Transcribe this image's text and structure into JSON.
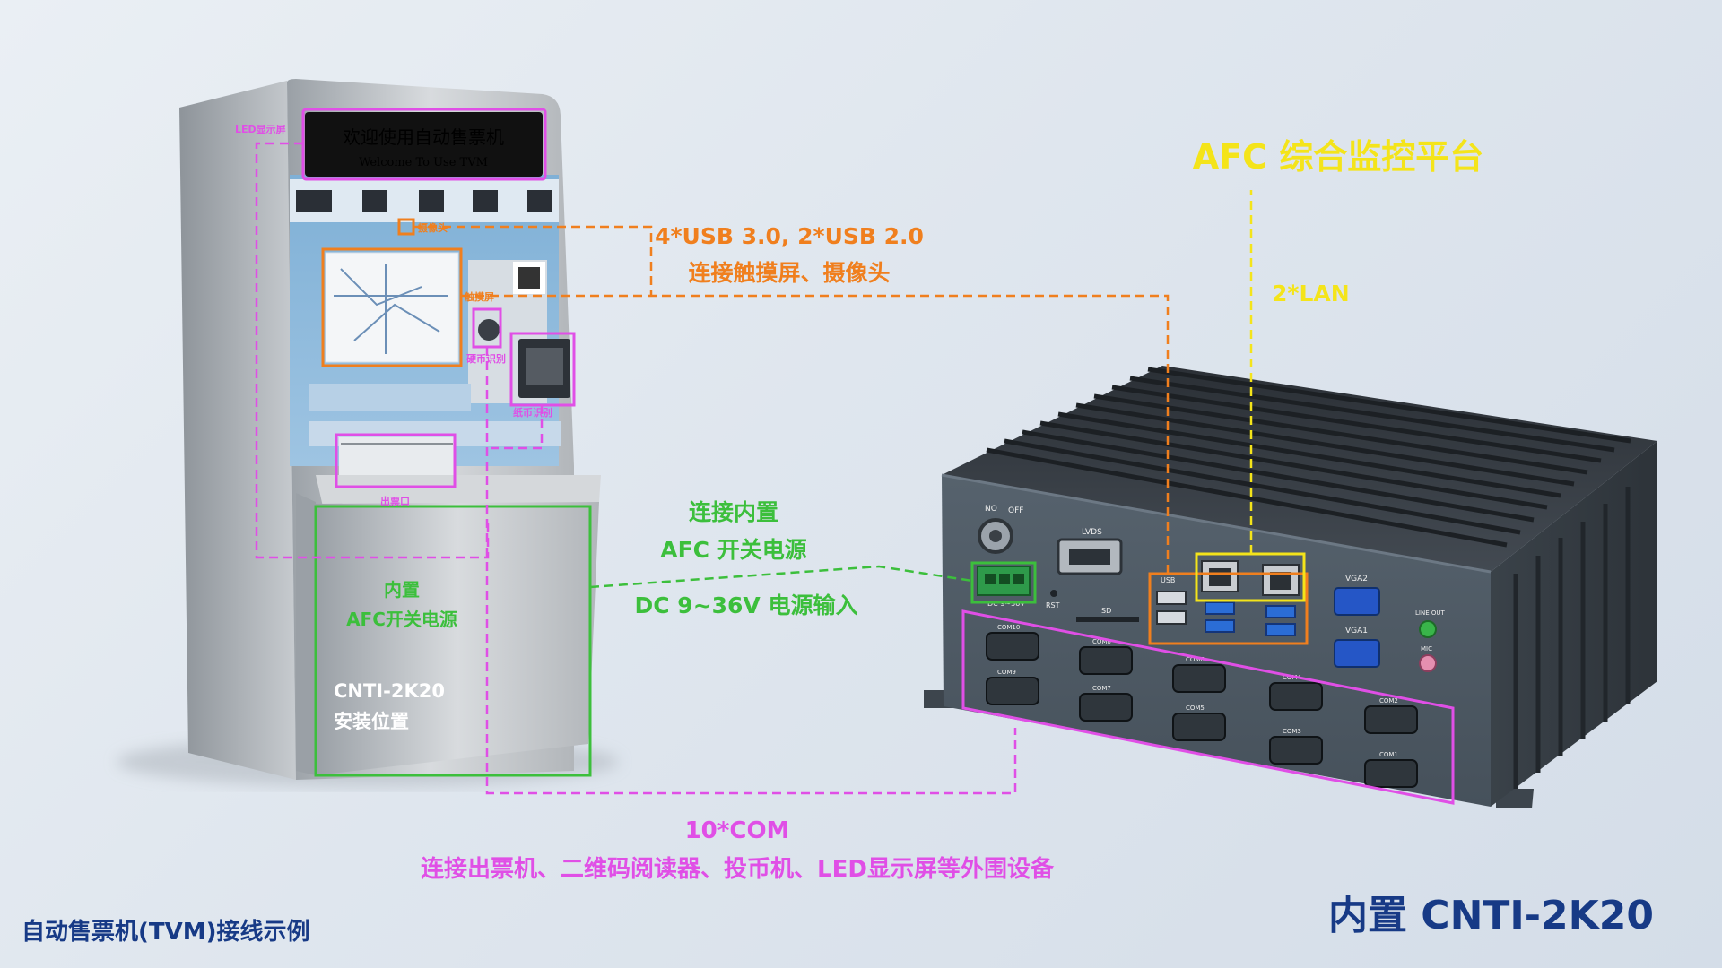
{
  "colors": {
    "orange": "#f07f1e",
    "yellow": "#f4e41a",
    "green": "#3cbf3c",
    "magenta": "#e04fe6",
    "navy": "#173a86",
    "kiosk_steel": "#c4c8cc",
    "box_dark": "#4b5660"
  },
  "kiosk": {
    "led_screen_line1": "欢迎使用自动售票机",
    "led_screen_line2": "Welcome To Use TVM",
    "tags": {
      "led": "LED显示屏",
      "camera": "摄像头",
      "touch": "触摸屏",
      "coin": "硬币识别",
      "note": "纸币识别",
      "ticket_exit": "出票口"
    },
    "psu_label_line1": "内置",
    "psu_label_line2": "AFC开关电源",
    "install_line1": "CNTI-2K20",
    "install_line2": "安装位置"
  },
  "callouts": {
    "usb_line1": "4*USB 3.0, 2*USB 2.0",
    "usb_line2": "连接触摸屏、摄像头",
    "afc_platform": "AFC 综合监控平台",
    "lan": "2*LAN",
    "psu_line1": "连接内置",
    "psu_line2": "AFC 开关电源",
    "dc_input": "DC 9~36V 电源输入",
    "com_line1": "10*COM",
    "com_line2": "连接出票机、二维码阅读器、投币机、LED显示屏等外围设备"
  },
  "device": {
    "switch_no": "NO",
    "switch_off": "OFF",
    "lvds": "LVDS",
    "usb": "USB",
    "rst": "RST",
    "sd": "SD",
    "dc": "DC 9~36V",
    "vga2": "VGA2",
    "vga1": "VGA1",
    "line_out": "LINE OUT",
    "mic": "MIC",
    "com_top": [
      "COM10",
      "COM8",
      "COM6",
      "COM4",
      "COM2"
    ],
    "com_bottom": [
      "COM9",
      "COM7",
      "COM5",
      "COM3",
      "COM1"
    ]
  },
  "footer": {
    "left": "自动售票机(TVM)接线示例",
    "right": "内置 CNTI-2K20"
  }
}
